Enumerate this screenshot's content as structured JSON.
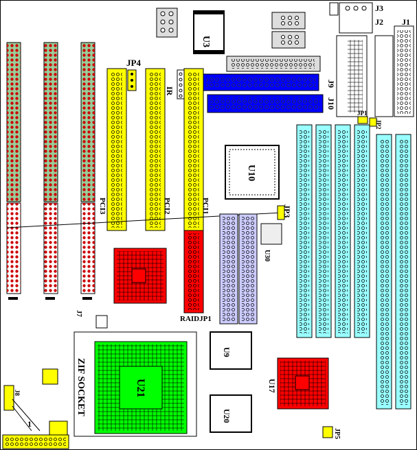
{
  "labels": {
    "j1": "J1",
    "j2": "J2",
    "j3": "J3",
    "u3": "U3",
    "jp4": "JP4",
    "ir": "IR",
    "j9": "J9",
    "j10": "J10",
    "jp1": "JP1",
    "jp3": "JP3",
    "pci1": "PCI1",
    "pci2": "PCI2",
    "pci3": "PCI3",
    "u10": "U10",
    "u30": "U30",
    "raidjp1": "RAIDJP1",
    "j7": "J7",
    "zif_socket": "ZIF SOCKET",
    "u21": "U21",
    "u9": "U9",
    "u20": "U20",
    "u17": "U17",
    "jp5": "JP5",
    "j8": "J8",
    "one": "1",
    "jp2": "JP2"
  },
  "colors": {
    "yellow": "#ffff00",
    "green": "#99cc99",
    "red": "#ff0000",
    "blue": "#0000ff",
    "cyan": "#99ffff",
    "lavender": "#ccccff",
    "dimm_blue": "#99ffff",
    "cpu_green": "#00ff00",
    "grey": "#dddddd"
  }
}
